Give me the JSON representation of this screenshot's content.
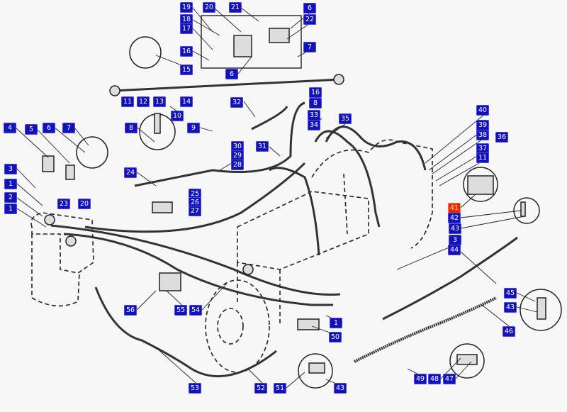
{
  "diagram": {
    "type": "exploded-parts-diagram",
    "highlighted_callout": "41",
    "colors": {
      "callout_bg": "#1212b8",
      "callout_text": "#ffffff",
      "highlight_bg": "#e02a10",
      "highlight_text": "#ffe84a",
      "line_art": "#222222"
    }
  },
  "callouts": [
    "19",
    "20",
    "21",
    "18",
    "17",
    "16",
    "15",
    "6",
    "11",
    "12",
    "13",
    "14",
    "10",
    "32",
    "4",
    "5",
    "6",
    "7",
    "8",
    "9",
    "30",
    "29",
    "28",
    "31",
    "24",
    "3",
    "1",
    "2",
    "1",
    "23",
    "20",
    "25",
    "26",
    "27",
    "6",
    "22",
    "7",
    "16",
    "8",
    "33",
    "34",
    "35",
    "40",
    "39",
    "38",
    "36",
    "37",
    "11",
    "41",
    "56",
    "55",
    "54",
    "53",
    "52",
    "51",
    "42",
    "43",
    "3",
    "44",
    "1",
    "50",
    "45",
    "43",
    "46",
    "49",
    "48",
    "47",
    "43"
  ]
}
